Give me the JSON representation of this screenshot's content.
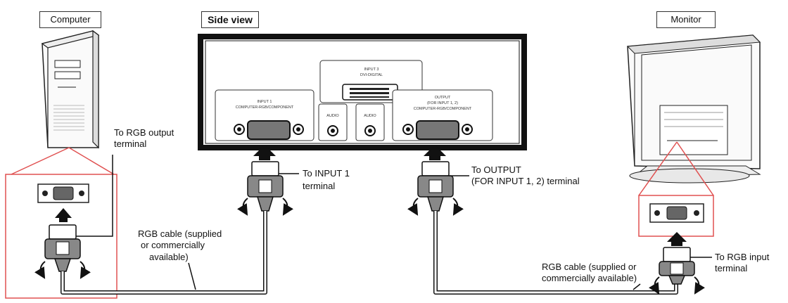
{
  "labels": {
    "computer": "Computer",
    "side_view": "Side view",
    "monitor": "Monitor",
    "to_rgb_output_1": "To RGB output",
    "to_rgb_output_2": "terminal",
    "to_input1_1": "To INPUT 1",
    "to_input1_2": "terminal",
    "to_output_1": "To OUTPUT",
    "to_output_2": "(FOR INPUT 1, 2) terminal",
    "to_rgb_input_1": "To RGB input",
    "to_rgb_input_2": "terminal",
    "cable_left_1": "RGB cable (supplied",
    "cable_left_2": "or commercially",
    "cable_left_3": "available)",
    "cable_right_1": "RGB cable (supplied or",
    "cable_right_2": "commercially available)"
  },
  "panel_text": {
    "input3_1": "INPUT 3",
    "input3_2": "DVI-DIGITAL",
    "input1_1": "INPUT 1",
    "input1_2": "COMPUTER-RGB/COMPONENT",
    "audio_1": "AUDIO",
    "audio_2": "AUDIO",
    "output_1": "OUTPUT",
    "output_2": "(FOR INPUT 1, 2)",
    "output_3": "COMPUTER-RGB/COMPONENT"
  },
  "colors": {
    "highlight": "#e05050",
    "line": "#222222"
  }
}
